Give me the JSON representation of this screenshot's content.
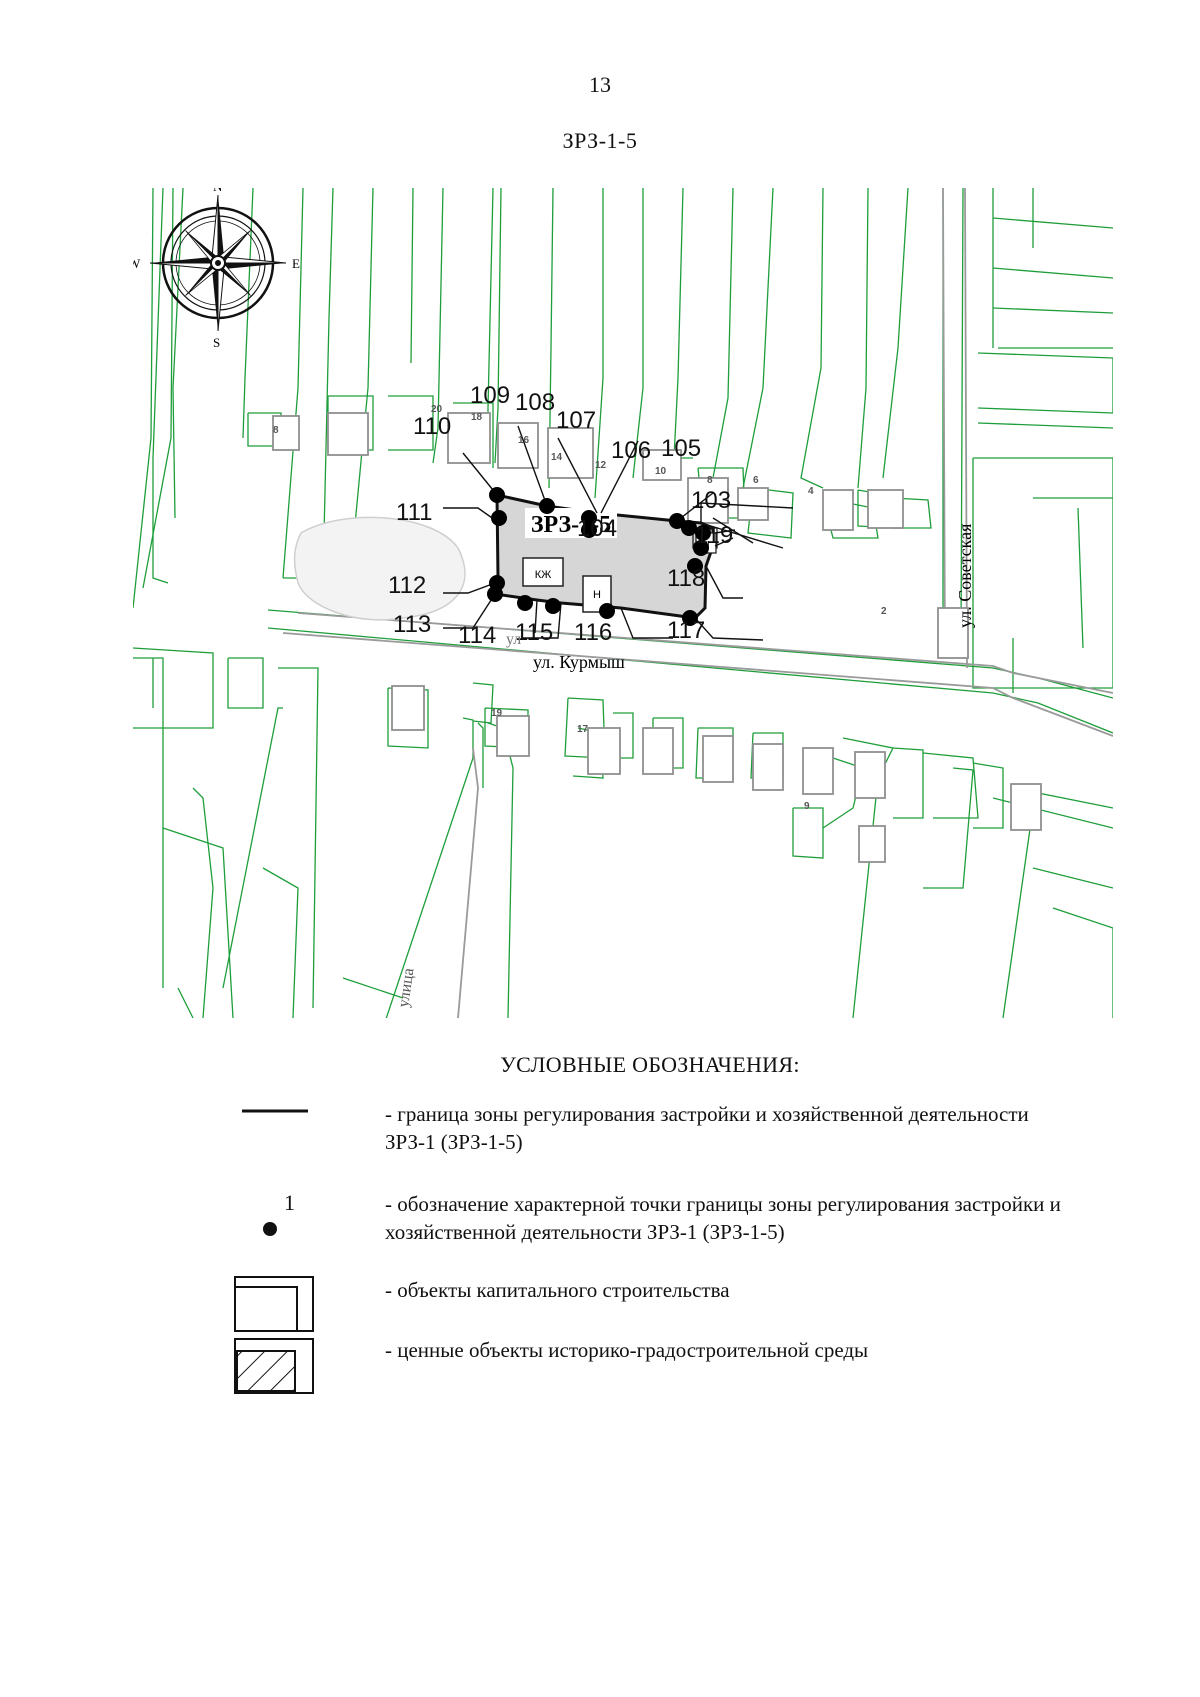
{
  "page": {
    "number": "13",
    "title": "ЗРЗ-1-5"
  },
  "map": {
    "zone_label": "ЗРЗ-1-5",
    "compass": {
      "n": "N",
      "s": "S",
      "e": "E",
      "w": "W"
    },
    "streets": {
      "sovetskaya": "ул.  Советская",
      "kurmysh": "ул. Курмыш",
      "ulitsa": "улица",
      "ul_fragment": "ул"
    },
    "points": [
      "103",
      "104",
      "105",
      "106",
      "107",
      "108",
      "109",
      "110",
      "111",
      "112",
      "113",
      "114",
      "115",
      "116",
      "117",
      "118",
      "119"
    ],
    "building_labels": {
      "kzh": "КЖ",
      "n": "Н"
    },
    "lot_numbers": [
      "2",
      "4",
      "6",
      "8",
      "9",
      "10",
      "12",
      "14",
      "16",
      "17",
      "18",
      "19",
      "20",
      "8"
    ],
    "colors": {
      "lot_lines": "#1e9e3a",
      "zone_fill": "#d6d6d6",
      "boundary": "#111111"
    }
  },
  "legend": {
    "heading": "УСЛОВНЫЕ ОБОЗНАЧЕНИЯ:",
    "items": [
      {
        "symbol": "line-symbol",
        "text": "- граница зоны регулирования застройки и хозяйственной деятельности ЗРЗ-1 (ЗРЗ-1-5)"
      },
      {
        "symbol": "point-symbol",
        "symbol_label": "1",
        "text": "- обозначение характерной точки границы зоны регулирования застройки и хозяйственной деятельности ЗРЗ-1 (ЗРЗ-1-5)"
      },
      {
        "symbol": "building-symbol",
        "text": "- объекты капитального строительства"
      },
      {
        "symbol": "hatched-building-symbol",
        "text": "- ценные объекты историко-градостроительной среды"
      }
    ]
  }
}
